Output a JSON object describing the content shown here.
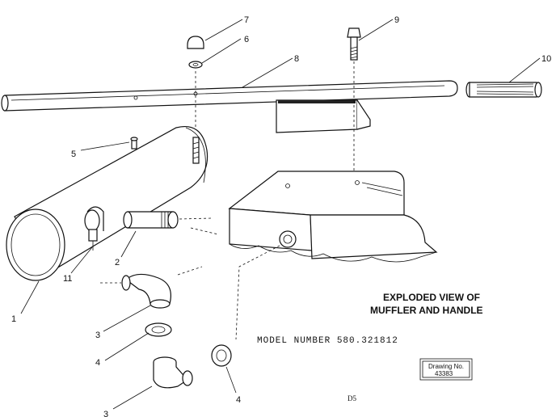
{
  "callouts": [
    "1",
    "2",
    "3",
    "3",
    "4",
    "4",
    "5",
    "6",
    "7",
    "8",
    "9",
    "10",
    "11"
  ],
  "title": {
    "line1": "EXPLODED VIEW OF",
    "line2": "MUFFLER AND HANDLE"
  },
  "model": "MODEL NUMBER 580.321812",
  "drawing": {
    "label": "Drawing No.",
    "number": "43383"
  },
  "page_label": "D5"
}
